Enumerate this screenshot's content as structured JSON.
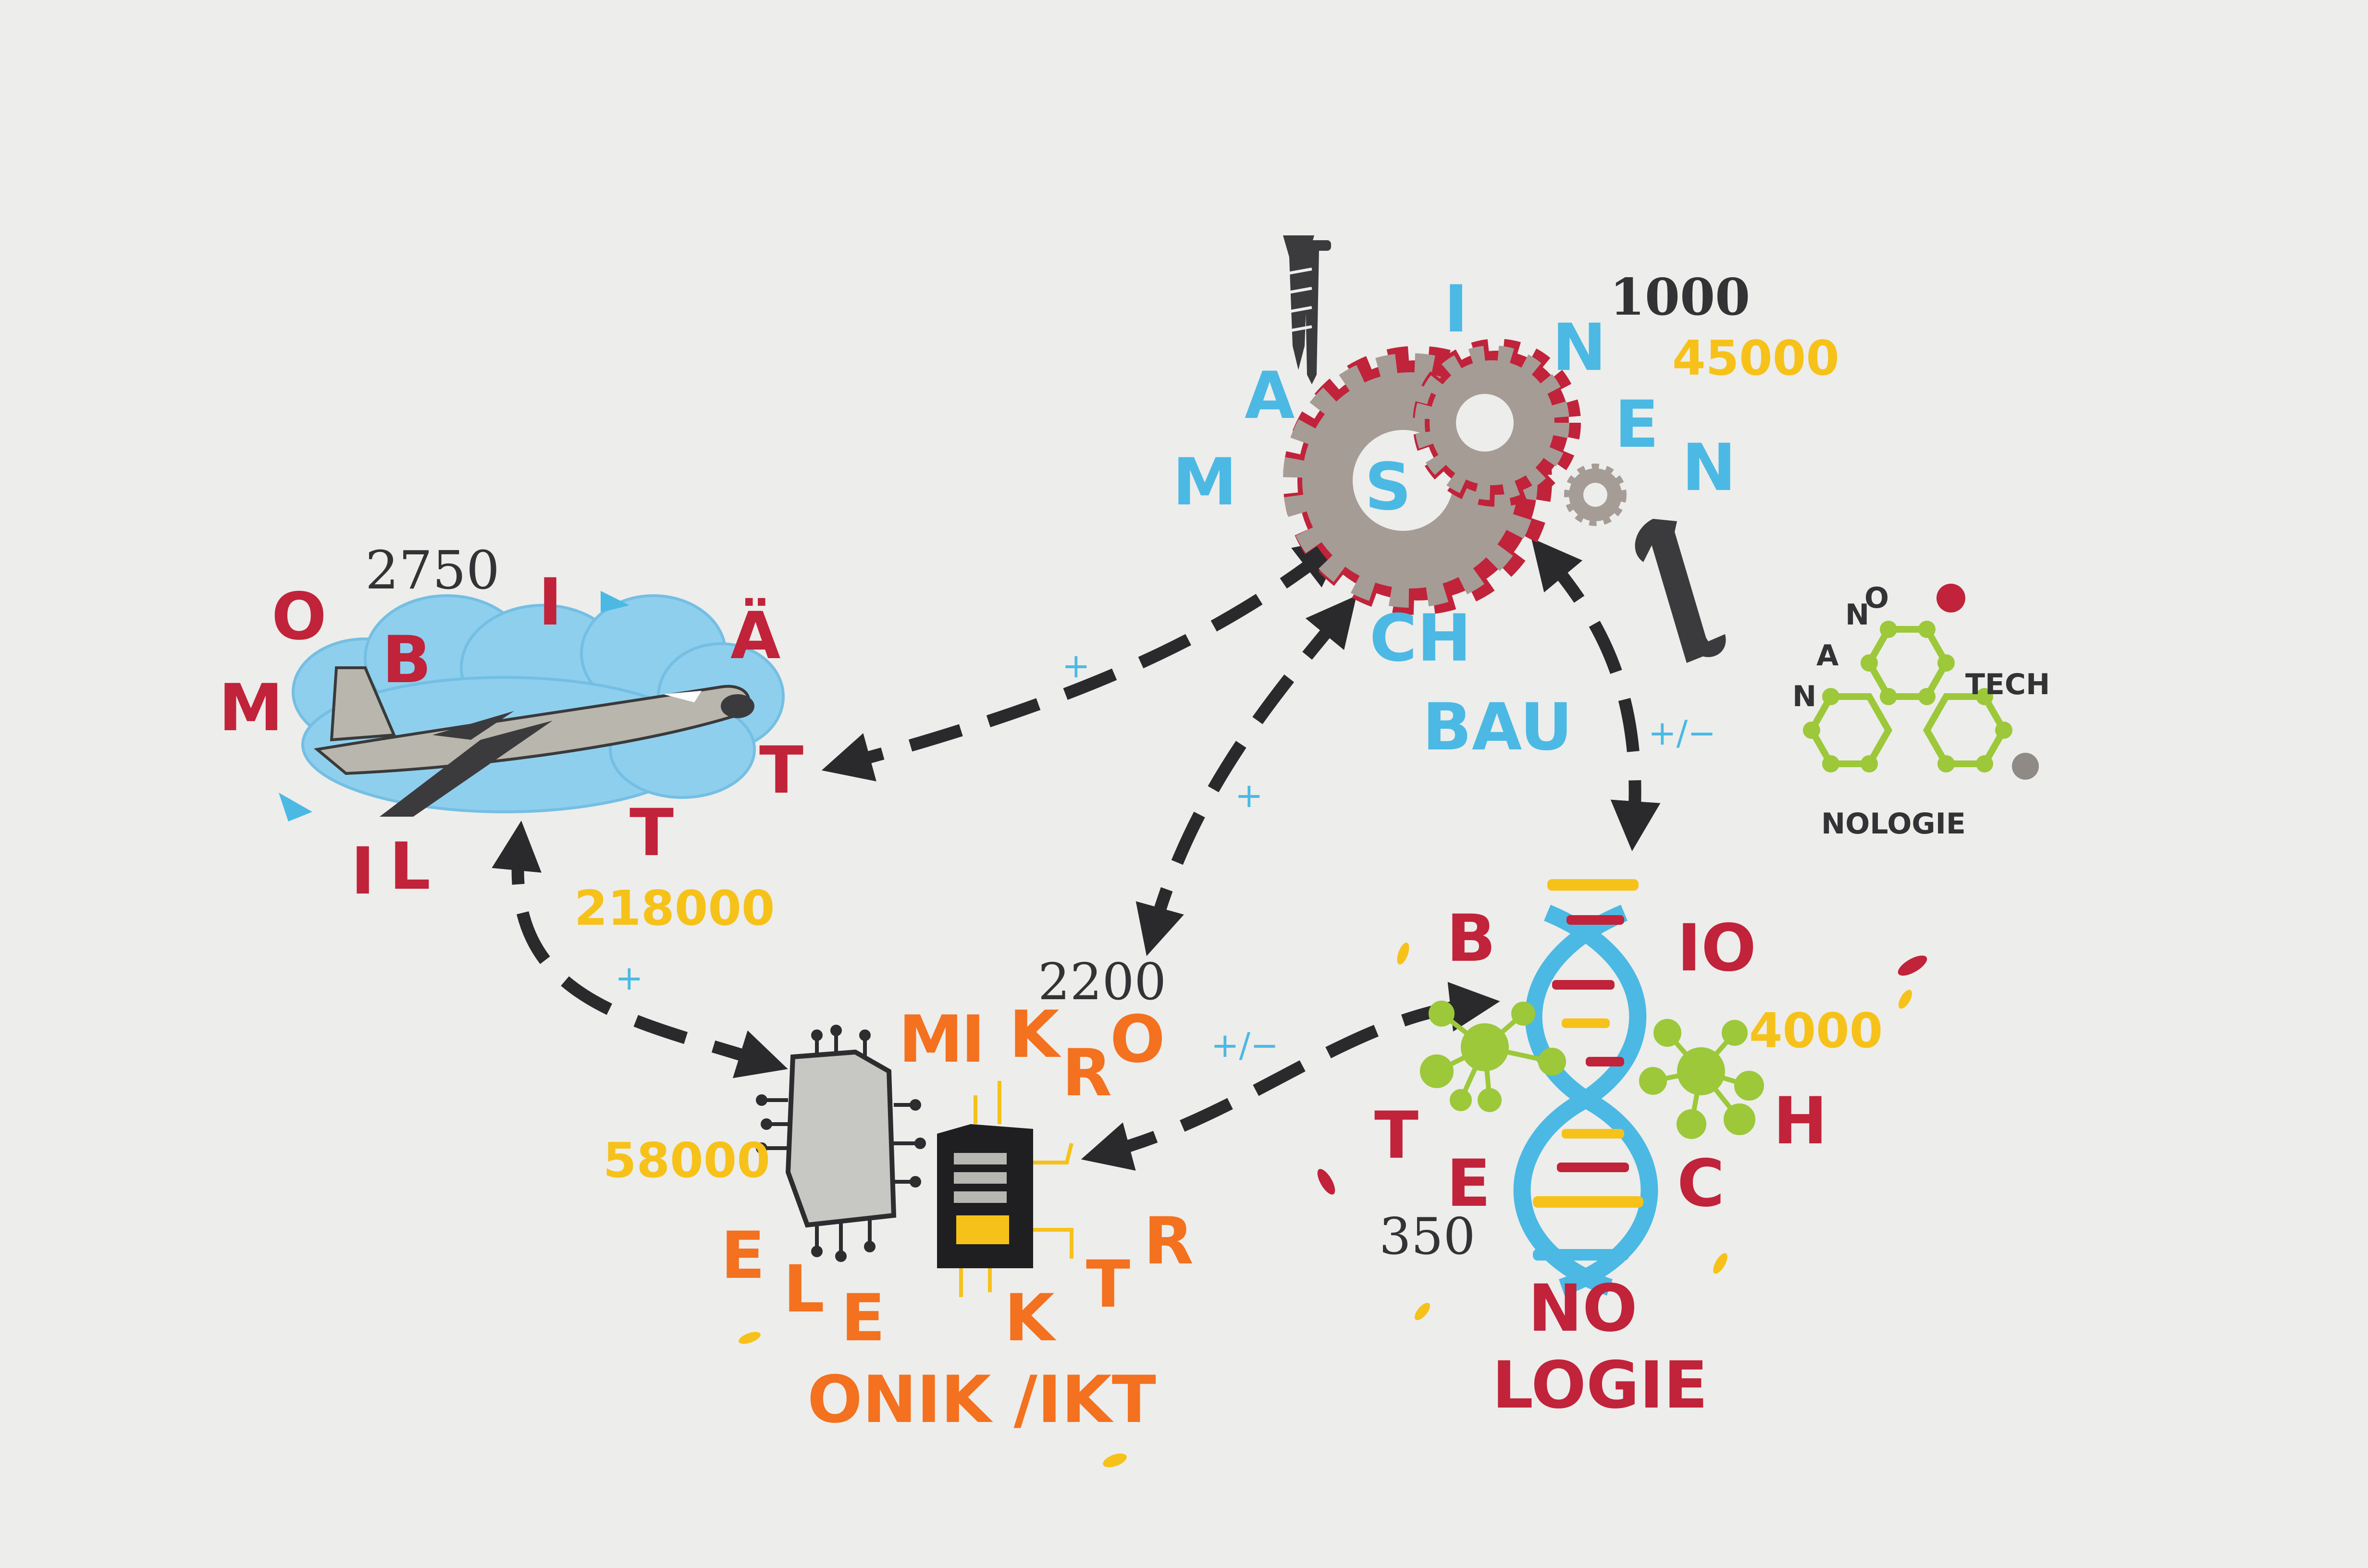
{
  "colors": {
    "background": "#ededeb",
    "red": "#c0233a",
    "blue": "#4bb9e3",
    "yellow": "#f6c21a",
    "orange": "#f3711f",
    "dark": "#333336",
    "green": "#9cc83a",
    "gear": "#a59c96",
    "chip_grey": "#c7c8c4"
  },
  "icons": [
    "airplane-icon",
    "cloud-icon",
    "gear-icon",
    "screw-icon",
    "nail-icon",
    "wrench-icon",
    "chip-icon",
    "microchip-icon",
    "dna-icon",
    "molecule-icon",
    "hexagon-network-icon"
  ],
  "mobilitaet": {
    "letters": [
      "M",
      "O",
      "B",
      "I",
      "L",
      "I",
      "T",
      "Ä",
      "T"
    ],
    "number": "2750",
    "employees": "218000"
  },
  "maschinenbau": {
    "letters": [
      "M",
      "A",
      "S",
      "I",
      "N",
      "E",
      "N",
      "CH",
      "BAU"
    ],
    "number": "1000",
    "employees": "45000"
  },
  "mikroelektronik": {
    "letters": [
      "M",
      "I",
      "K",
      "R",
      "O",
      "E",
      "L",
      "E",
      "K",
      "T",
      "R"
    ],
    "line2": "ONIK /IKT",
    "number": "2200",
    "employees": "58000"
  },
  "biotechnologie": {
    "letters": [
      "B",
      "IO",
      "T",
      "E",
      "C",
      "H"
    ],
    "line2": "NO",
    "line3": "LOGIE",
    "number": "350",
    "employees": "4000"
  },
  "nanotechnologie": {
    "letters": [
      "N",
      "A",
      "N",
      "O"
    ],
    "tech": "TECH",
    "bottom": "NOLOGIE"
  },
  "arrows": [
    {
      "from": "maschinenbau",
      "to": "mobilitaet",
      "label": "+"
    },
    {
      "from": "maschinenbau",
      "to": "mikroelektronik",
      "label": "+"
    },
    {
      "from": "maschinenbau",
      "to": "biotechnologie",
      "label": "+/−"
    },
    {
      "from": "mikroelektronik",
      "to": "mobilitaet",
      "label": "+"
    },
    {
      "from": "mikroelektronik",
      "to": "biotechnologie",
      "label": "+/−"
    }
  ]
}
